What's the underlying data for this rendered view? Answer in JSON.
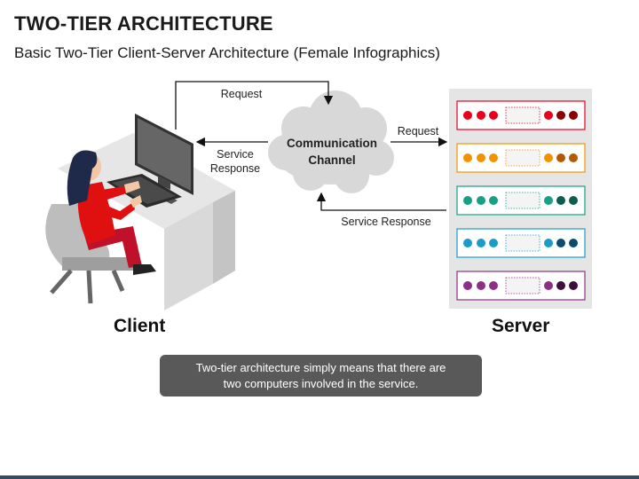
{
  "title": "TWO-TIER ARCHITECTURE",
  "subtitle": "Basic Two-Tier Client-Server Architecture (Female Infographics)",
  "labels": {
    "request_top": "Request",
    "request_right": "Request",
    "service_response_left": "Service Response",
    "service_response_bottom": "Service Response",
    "channel": "Communication Channel",
    "client": "Client",
    "server": "Server"
  },
  "note": "Two-tier architecture simply means that there are two computers involved in the service.",
  "colors": {
    "server_units": [
      "#e8001c",
      "#f39200",
      "#16a085",
      "#1a9cc8",
      "#8e2f86"
    ],
    "server_units_dark": [
      "#8b0000",
      "#b35900",
      "#0b5e4d",
      "#0b4c6e",
      "#3d0f38"
    ],
    "accent_red": "#e01010",
    "note_bg": "#595959"
  },
  "icons": [
    "woman-at-computer-icon",
    "cloud-icon",
    "server-rack-icon"
  ]
}
